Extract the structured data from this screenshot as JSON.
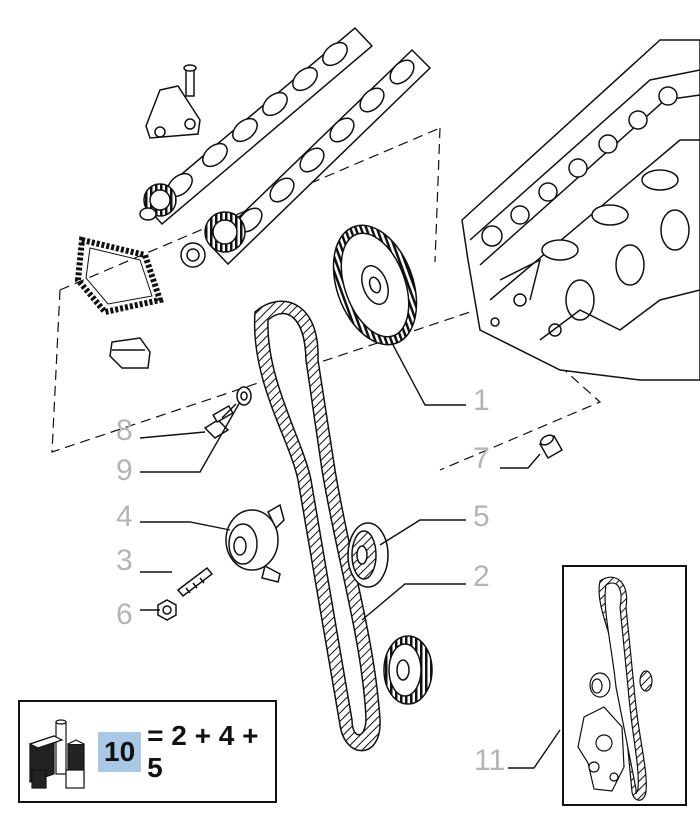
{
  "callouts": [
    {
      "id": "1",
      "label": "1"
    },
    {
      "id": "2",
      "label": "2"
    },
    {
      "id": "3",
      "label": "3"
    },
    {
      "id": "4",
      "label": "4"
    },
    {
      "id": "5",
      "label": "5"
    },
    {
      "id": "6",
      "label": "6"
    },
    {
      "id": "7",
      "label": "7"
    },
    {
      "id": "8",
      "label": "8"
    },
    {
      "id": "9",
      "label": "9"
    },
    {
      "id": "11",
      "label": "11"
    }
  ],
  "kit": {
    "number": "10",
    "formula": "= 2 + 4 + 5"
  },
  "colors": {
    "line": "#111111",
    "callout_text": "#b4b4b4",
    "kit_highlight": "#a9c8e6"
  }
}
